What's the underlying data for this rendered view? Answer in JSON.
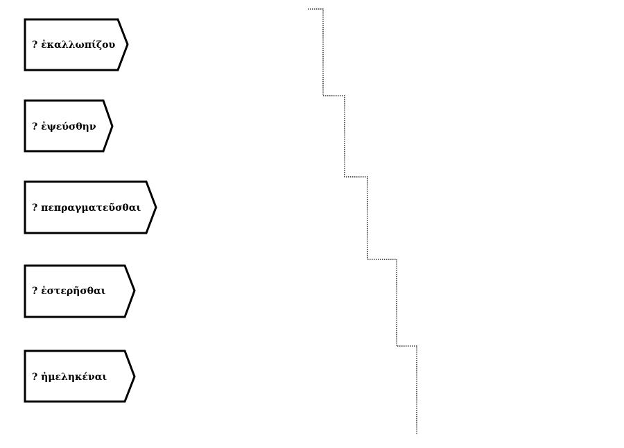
{
  "colors": {
    "stroke": "#000000",
    "background": "#ffffff"
  },
  "tags": [
    {
      "label": "? ἐκαλλωπίζου"
    },
    {
      "label": "? ἐψεύσθην"
    },
    {
      "label": "? πεπραγματεῦσθαι"
    },
    {
      "label": "? ἐστερῆσθαι"
    },
    {
      "label": "? ἠμεληκέναι"
    }
  ]
}
